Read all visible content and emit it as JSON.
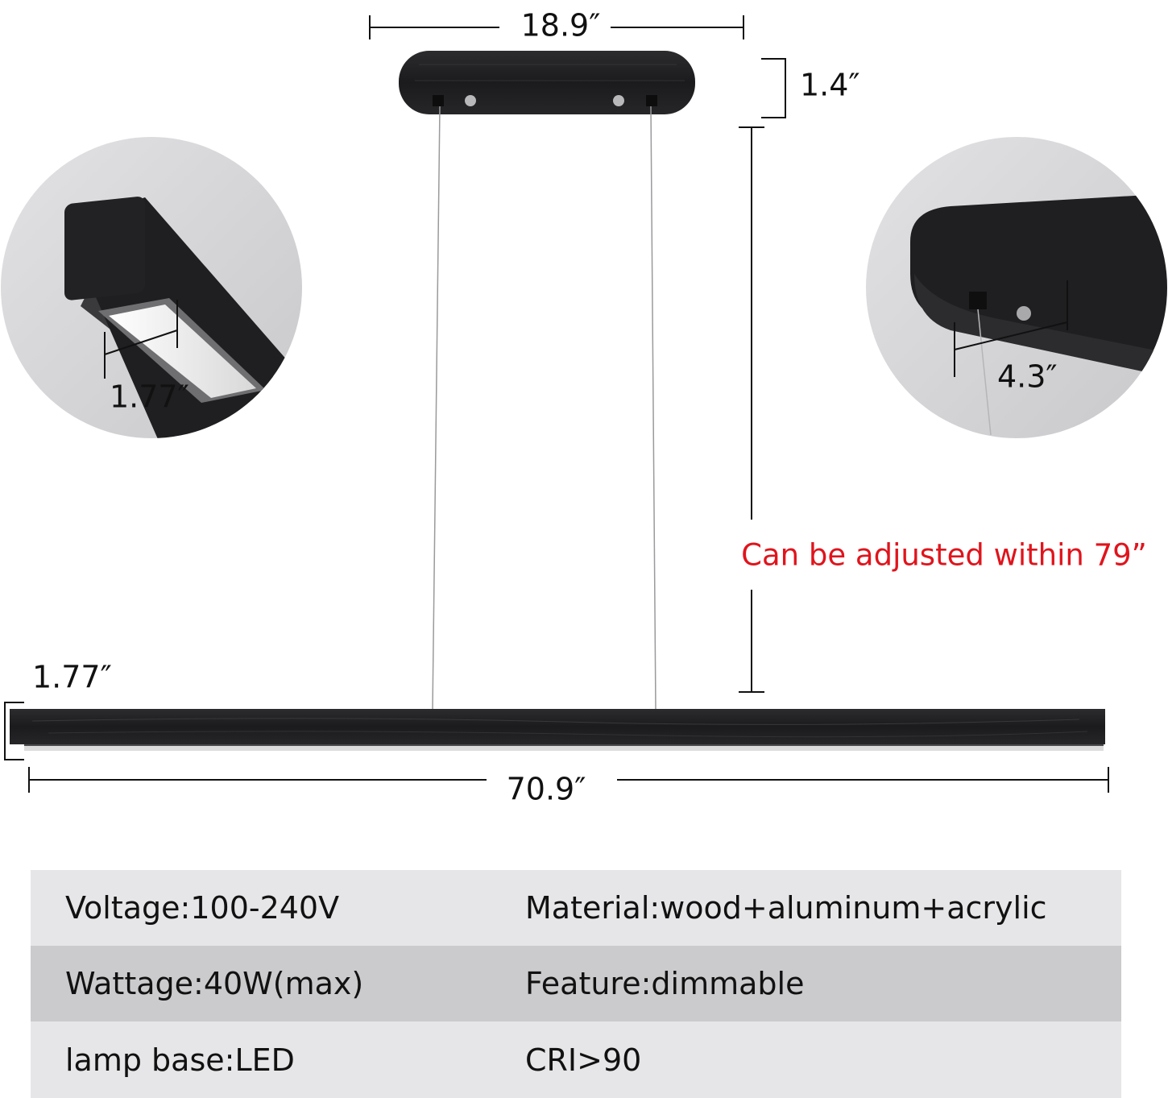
{
  "dimensions": {
    "canopy_width": "18.9″",
    "canopy_height": "1.4″",
    "cable_adjust": "Can be adjusted within 79”",
    "bar_height": "1.77″",
    "bar_length": "70.9″",
    "detail_left_width": "1.77″",
    "detail_right_spacing": "4.3″"
  },
  "colors": {
    "fixture": "#1e1e20",
    "annotation_line": "#111111",
    "highlight_text": "#e0141c",
    "table_light": "#e6e6e8",
    "table_dark": "#cbcbcd"
  },
  "specs": [
    {
      "left": "Voltage:100-240V",
      "right": "Material:wood+aluminum+acrylic"
    },
    {
      "left": "Wattage:40W(max)",
      "right": "Feature:dimmable"
    },
    {
      "left": "lamp base:LED",
      "right": "CRI>90"
    }
  ]
}
